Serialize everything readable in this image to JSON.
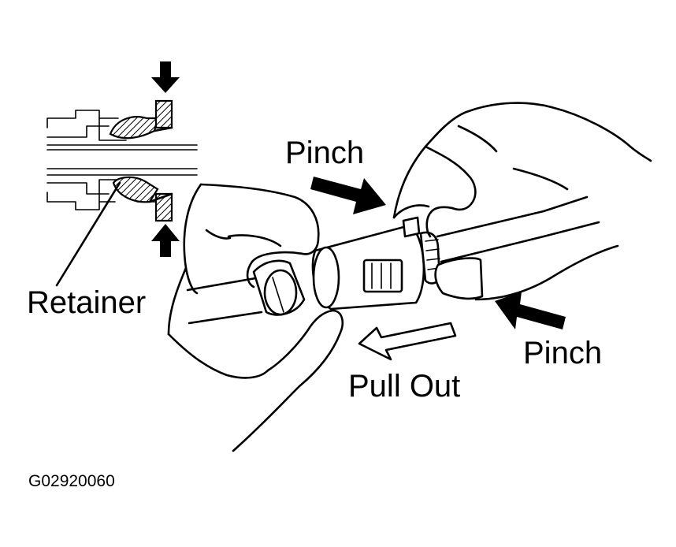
{
  "labels": {
    "pinch_top": "Pinch",
    "pinch_right": "Pinch",
    "retainer": "Retainer",
    "pull_out": "Pull Out",
    "figure_code": "G02920060"
  }
}
